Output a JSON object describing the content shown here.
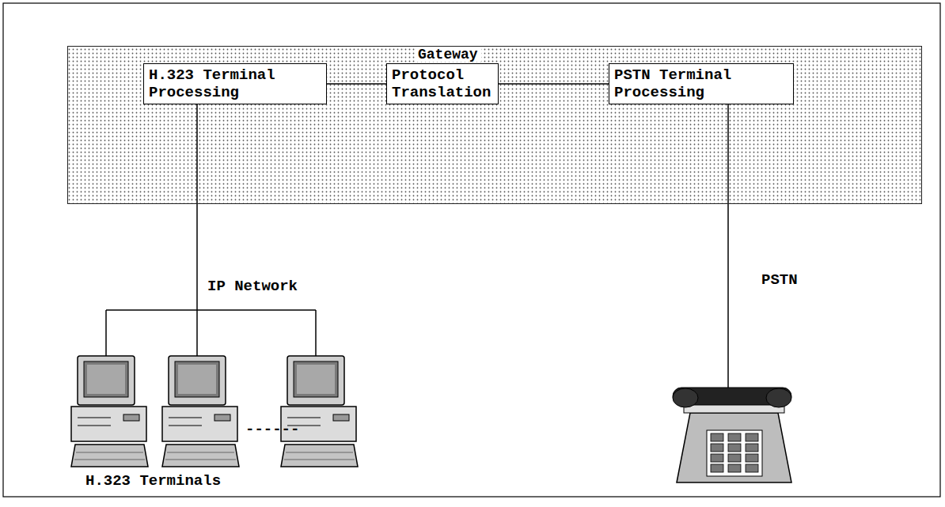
{
  "diagram": {
    "nodes": [
      {
        "text": [
          "Gateway"
        ]
      },
      {
        "text": [
          "H.323 Terminal Processing"
        ],
        "in": 0
      },
      {
        "text": [
          "Protocol Translation"
        ],
        "in": 0
      },
      {
        "text": [
          "PSTN Terminal Processing"
        ],
        "in": 0
      }
    ],
    "edges": [
      {
        "from": 1,
        "to": 2,
        "arrow": "none"
      },
      {
        "from": 2,
        "to": 3,
        "arrow": "none"
      }
    ],
    "labels": [
      "IP Network",
      "PSTN",
      "------",
      "H.323 Terminals"
    ]
  }
}
